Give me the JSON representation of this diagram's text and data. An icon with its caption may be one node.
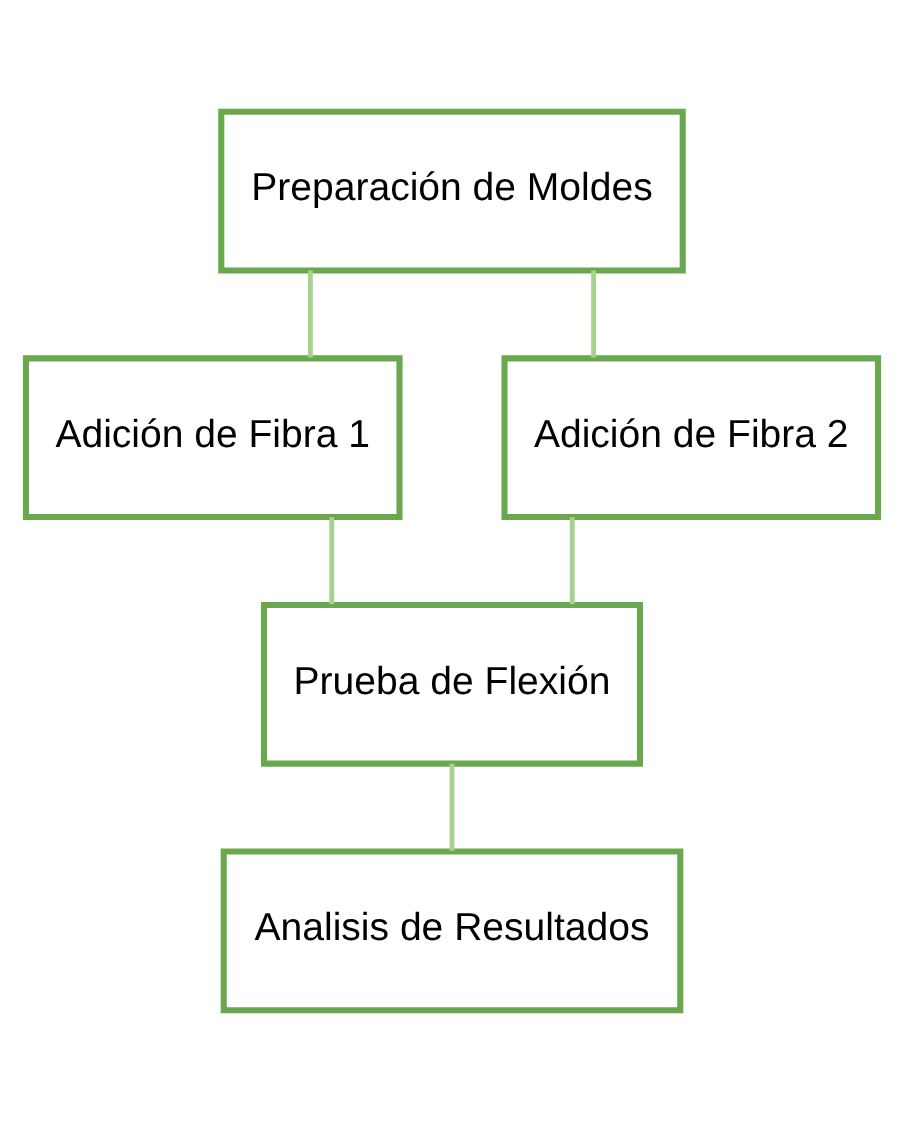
{
  "diagram": {
    "nodes": [
      {
        "text": [
          "Preparación de Moldes"
        ]
      },
      {
        "text": [
          "Adición de Fibra 1"
        ]
      },
      {
        "text": [
          "Adición de Fibra 2"
        ]
      },
      {
        "text": [
          "Prueba de Flexión"
        ]
      },
      {
        "text": [
          "Analisis de Resultados"
        ]
      }
    ],
    "edges": [
      {
        "from": 0,
        "to": 1,
        "arrow": "none"
      },
      {
        "from": 0,
        "to": 2,
        "arrow": "none"
      },
      {
        "from": 1,
        "to": 3,
        "arrow": "none"
      },
      {
        "from": 2,
        "to": 3,
        "arrow": "none"
      },
      {
        "from": 3,
        "to": 4,
        "arrow": "none"
      }
    ]
  }
}
